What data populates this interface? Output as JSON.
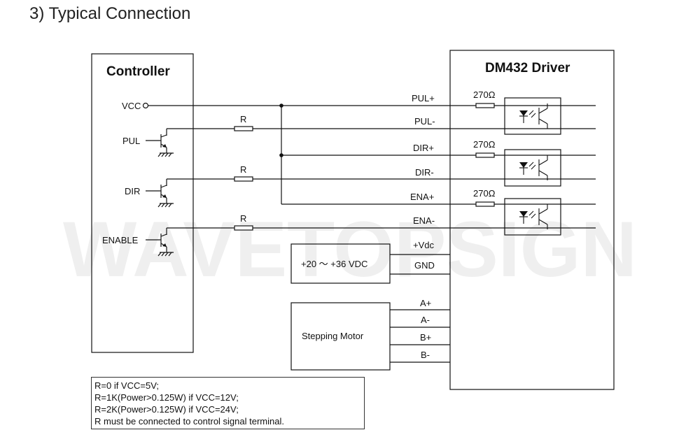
{
  "title": "3) Typical Connection",
  "watermark": "WAVETOPSIGN",
  "controller": {
    "title": "Controller",
    "vcc_label": "VCC",
    "pul_label": "PUL",
    "dir_label": "DIR",
    "enable_label": "ENABLE",
    "resistor_label": "R"
  },
  "driver": {
    "title": "DM432 Driver",
    "resistor_label": "270Ω",
    "terminals": {
      "pul_plus": "PUL+",
      "pul_minus": "PUL-",
      "dir_plus": "DIR+",
      "dir_minus": "DIR-",
      "ena_plus": "ENA+",
      "ena_minus": "ENA-",
      "vdc": "+Vdc",
      "gnd": "GND",
      "a_plus": "A+",
      "a_minus": "A-",
      "b_plus": "B+",
      "b_minus": "B-"
    }
  },
  "power_supply": {
    "label": "+20 ～ +36 VDC"
  },
  "motor": {
    "label": "Stepping Motor"
  },
  "notes": [
    "R=0 if VCC=5V;",
    "R=1K(Power>0.125W) if VCC=12V;",
    "R=2K(Power>0.125W) if VCC=24V;",
    "R must be connected to control signal terminal."
  ]
}
